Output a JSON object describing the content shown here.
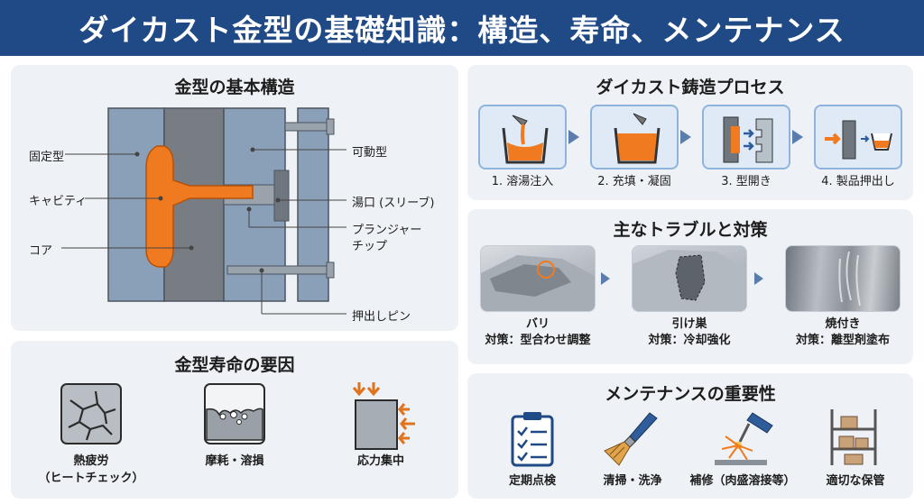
{
  "title": "ダイカスト金型の基礎知識：構造、寿命、メンテナンス",
  "structure": {
    "title": "金型の基本構造",
    "labels": {
      "fixed": "固定型",
      "cavity": "キャビティ",
      "core": "コア",
      "movable": "可動型",
      "sprue": "湯口 (スリーブ)",
      "plunger_1": "プランジャー",
      "plunger_2": "チップ",
      "ejector": "押出しピン"
    }
  },
  "life": {
    "title": "金型寿命の要因",
    "items": [
      {
        "label": "熱疲労",
        "sub": "（ヒートチェック）",
        "icon": "heat-check-icon"
      },
      {
        "label": "摩耗・溶損",
        "icon": "wear-erosion-icon"
      },
      {
        "label": "応力集中",
        "icon": "stress-concentration-icon"
      }
    ]
  },
  "process": {
    "title": "ダイカスト鋳造プロセス",
    "steps": [
      {
        "label": "1. 溶湯注入",
        "icon": "pour-icon"
      },
      {
        "label": "2. 充填・凝固",
        "icon": "fill-icon"
      },
      {
        "label": "3. 型開き",
        "icon": "mold-open-icon"
      },
      {
        "label": "4. 製品押出し",
        "icon": "eject-icon"
      }
    ]
  },
  "trouble": {
    "title": "主なトラブルと対策",
    "items": [
      {
        "name": "バリ",
        "fix": "対策：型合わせ調整"
      },
      {
        "name": "引け巣",
        "fix": "対策：冷却強化"
      },
      {
        "name": "焼付き",
        "fix": "対策：離型剤塗布"
      }
    ]
  },
  "maintenance": {
    "title": "メンテナンスの重要性",
    "items": [
      {
        "label": "定期点検",
        "icon": "clipboard-icon"
      },
      {
        "label": "清掃・洗浄",
        "icon": "brush-icon"
      },
      {
        "label": "補修（肉盛溶接等）",
        "icon": "welding-icon"
      },
      {
        "label": "適切な保管",
        "icon": "storage-rack-icon"
      }
    ]
  },
  "colors": {
    "banner": "#1f4a86",
    "accent": "#f07a1f",
    "panel": "#eef1f5",
    "arrow": "#5a7dad"
  }
}
